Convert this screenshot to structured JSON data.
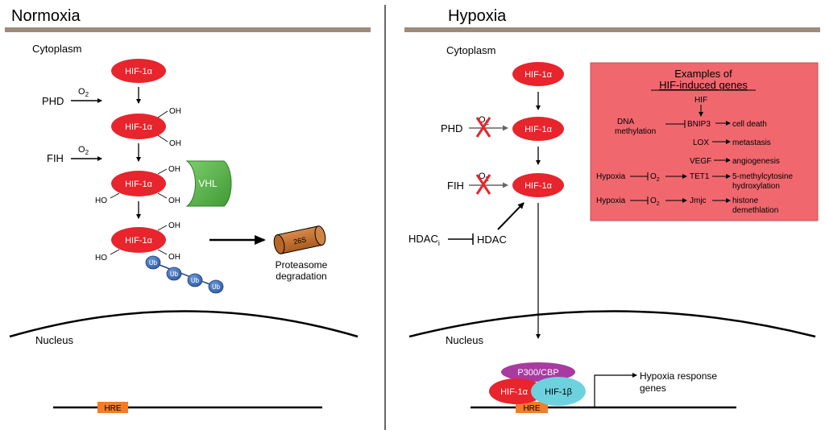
{
  "normoxia": {
    "title": "Normoxia",
    "cytoplasm": "Cytoplasm",
    "nucleus": "Nucleus",
    "hif_label": "HIF-1α",
    "oh": "OH",
    "ho": "HO",
    "o2": "O",
    "o2_sub": "2",
    "phd": "PHD",
    "fih": "FIH",
    "vhl": "VHL",
    "ub": "Ub",
    "proteasome_26s": "26S",
    "proteasome_line1": "Proteasome",
    "proteasome_line2": "degradation",
    "hre": "HRE"
  },
  "hypoxia": {
    "title": "Hypoxia",
    "cytoplasm": "Cytoplasm",
    "nucleus": "Nucleus",
    "hif_label": "HIF-1α",
    "phd": "PHD",
    "fih": "FIH",
    "o2": "O",
    "o2_sub": "2",
    "hdac": "HDAC",
    "hdaci": "HDAC",
    "hdaci_sub": "i",
    "p300": "P300/CBP",
    "hif1a": "HIF-1α",
    "hif1b": "HIF-1β",
    "hre": "HRE",
    "response_line1": "Hypoxia response",
    "response_line2": "genes"
  },
  "examples_box": {
    "title_line1": "Examples of",
    "title_line2": "HIF-induced genes",
    "hif": "HIF",
    "dna_line1": "DNA",
    "dna_line2": "methylation",
    "bnip3": "BNIP3",
    "cell_death": "cell death",
    "lox": "LOX",
    "metastasis": "metastasis",
    "vegf": "VEGF",
    "angiogenesis": "angiogenesis",
    "hypoxia": "Hypoxia",
    "o2": "O",
    "o2_sub": "2",
    "tet1": "TET1",
    "tet1_effect_line1": "5-methylcytosine",
    "tet1_effect_line2": "hydroxylation",
    "jmjc": "Jmjc",
    "jmjc_effect_line1": "histone",
    "jmjc_effect_line2": "demethlation"
  },
  "colors": {
    "hif_red": "#e8242c",
    "vhl_green": "#52b848",
    "ub_blue": "#3e6fb8",
    "proteasome_brown": "#c0712c",
    "hre_orange": "#f07d2c",
    "header_bar": "#9e8b7c",
    "box_fill": "#f0686e",
    "p300_purple": "#a83aa0",
    "hif1b_cyan": "#6ed2de"
  }
}
